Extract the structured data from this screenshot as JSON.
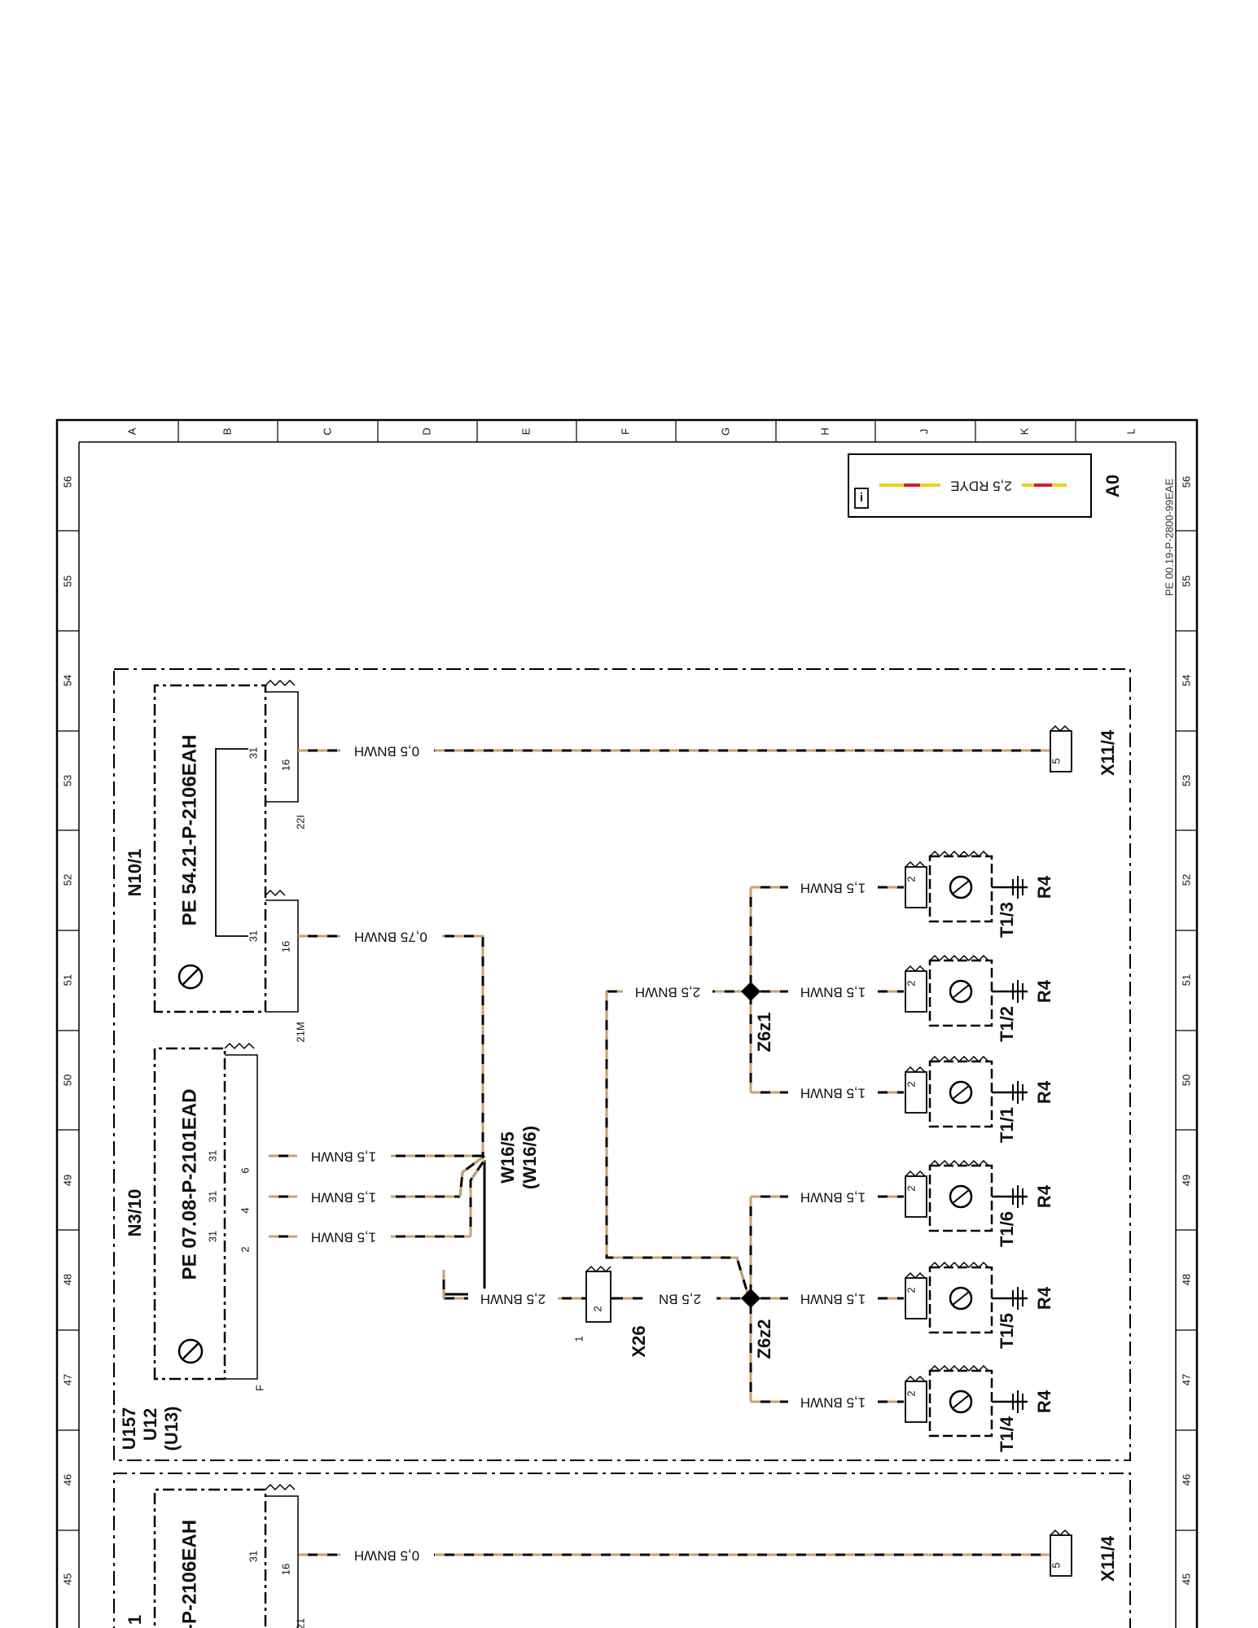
{
  "drawing": {
    "doc_id": "PE 00.19-P-2800-99EAE",
    "column_letters": [
      "A",
      "B",
      "C",
      "D",
      "E",
      "F",
      "G",
      "H",
      "J",
      "K",
      "L"
    ],
    "row_numbers": [
      "56",
      "55",
      "54",
      "53",
      "52",
      "51",
      "50",
      "49",
      "48",
      "47",
      "46",
      "45"
    ]
  },
  "legend": {
    "info_icon": "i",
    "wire_label": "2,5 RDYE",
    "code": "A0",
    "colors": {
      "red": "#d0202a",
      "yellow": "#e8d21e"
    }
  },
  "wire_color": "#c8a06e",
  "components": {
    "u157": "U157",
    "u12": "U12",
    "u13": "(U13)",
    "n3_10": "N3/10",
    "n10_1": "N10/1",
    "pe_n3": "PE 07.08-P-2101EAD",
    "pe_n10": "PE 54.21-P-2106EAH",
    "pe_n10_lower": "-P-2106EAH",
    "w16_5": "W16/5",
    "w16_6": "(W16/6)",
    "x26": "X26",
    "z6z1": "Z6z1",
    "z6z2": "Z6z2",
    "x11_4": "X11/4",
    "lower_n10_frag": "1",
    "r4": "R4",
    "t1": [
      "T1/4",
      "T1/5",
      "T1/6",
      "T1/1",
      "T1/2",
      "T1/3"
    ]
  },
  "wires": {
    "n3_bnwh": "1,5 BNWH",
    "n10_bnwh_075": "0,75 BNWH",
    "n10_bnwh_05": "0,5 BNWH",
    "x26_in": "2,5 BNWH",
    "x26_out": "2,5 BN",
    "z6z1_in": "2,5 BNWH",
    "t1_bnwh": "1,5 BNWH"
  },
  "pins": {
    "p31": "31",
    "p2": "2",
    "p4": "4",
    "p6": "6",
    "p16": "16",
    "p5": "5",
    "p1": "1",
    "f": "F",
    "m21": "21M",
    "l22": "22I",
    "l21": "21"
  }
}
